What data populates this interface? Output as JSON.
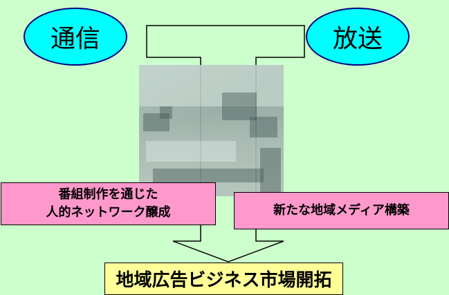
{
  "nodes": {
    "communication": "通信",
    "broadcasting": "放送"
  },
  "boxes": {
    "left_line1": "番組制作を通じた",
    "left_line2": "人的ネットワーク醸成",
    "right": "新たな地域メディア構築"
  },
  "goal": "地域広告ビジネス市場開拓",
  "colors": {
    "background": "#ccffcc",
    "ellipse_fill": "#00ffff",
    "ellipse_border": "#000080",
    "arrow_fill": "#ccffcc",
    "pink_box": "#ff99cc",
    "goal_box": "#ffff99"
  },
  "photo": {
    "description_icon": "broadcast-studio-console-photo"
  }
}
